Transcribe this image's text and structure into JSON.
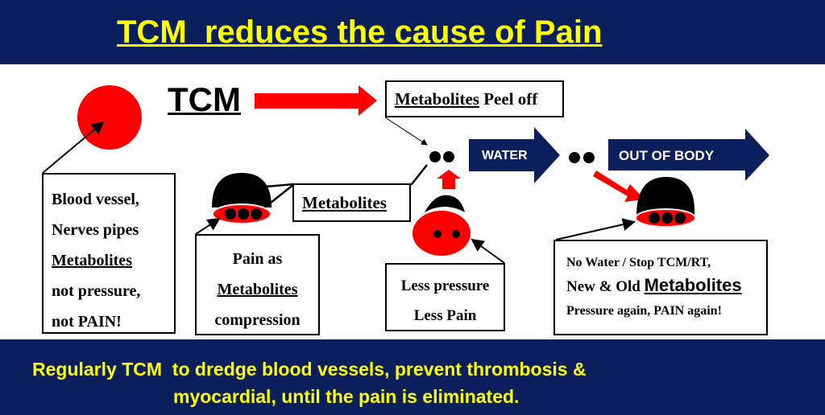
{
  "header": {
    "title": "TCM  reduces the cause of Pain"
  },
  "diagram": {
    "tcm_label": "TCM",
    "peel_off": {
      "underlined": "Metabolites",
      "rest": " Peel off"
    },
    "water_label": "WATER",
    "out_label": "OUT OF BODY",
    "metabolites_label": "Metabolites",
    "blood_box": [
      "Blood vessel,",
      "Nerves pipes",
      "Metabolites",
      "not pressure,",
      "not PAIN!"
    ],
    "pain_box": [
      "Pain as",
      "Metabolites",
      "compression"
    ],
    "less_box": [
      "Less pressure",
      "Less Pain"
    ],
    "again_box": {
      "line1": "No Water / Stop TCM/RT,",
      "line2_prefix": "New & Old ",
      "line2_underlined": "Metabolites",
      "line3": "Pressure again, PAIN again!"
    }
  },
  "footer": {
    "line1": "Regularly TCM  to dredge blood vessels, prevent thrombosis &",
    "line2": "myocardial, until the pain is eliminated."
  },
  "colors": {
    "navy": "#0b1f5c",
    "yellow": "#ffff00",
    "red": "#ff0000"
  }
}
